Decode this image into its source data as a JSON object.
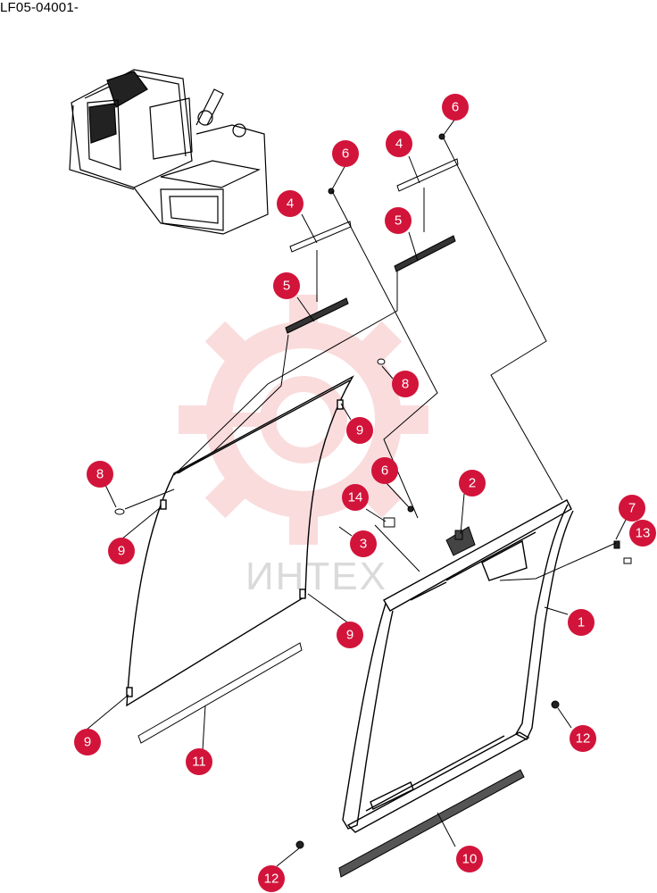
{
  "header": {
    "code": "LF05-04001-"
  },
  "watermark": {
    "text": "ИНТЕХ",
    "color": "#f6c0c3"
  },
  "colors": {
    "callout_fill": "#d2143a",
    "callout_text": "#ffffff",
    "line": "#000000"
  },
  "callouts": [
    {
      "label": "6"
    },
    {
      "label": "6"
    },
    {
      "label": "4"
    },
    {
      "label": "4"
    },
    {
      "label": "5"
    },
    {
      "label": "5"
    },
    {
      "label": "8"
    },
    {
      "label": "9"
    },
    {
      "label": "8"
    },
    {
      "label": "6"
    },
    {
      "label": "2"
    },
    {
      "label": "14"
    },
    {
      "label": "7"
    },
    {
      "label": "13"
    },
    {
      "label": "9"
    },
    {
      "label": "3"
    },
    {
      "label": "1"
    },
    {
      "label": "9"
    },
    {
      "label": "9"
    },
    {
      "label": "11"
    },
    {
      "label": "12"
    },
    {
      "label": "10"
    },
    {
      "label": "12"
    }
  ]
}
